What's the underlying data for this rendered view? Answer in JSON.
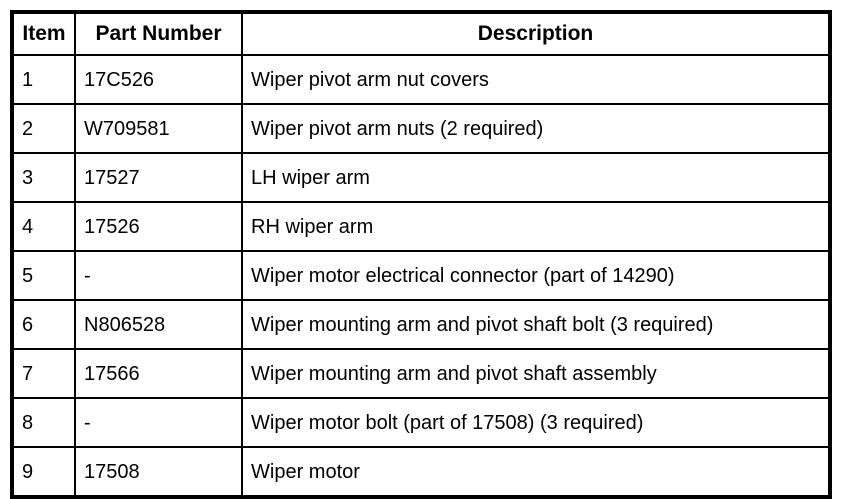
{
  "table": {
    "columns": [
      {
        "key": "item",
        "label": "Item"
      },
      {
        "key": "part_number",
        "label": "Part Number"
      },
      {
        "key": "description",
        "label": "Description"
      }
    ],
    "rows": [
      {
        "item": "1",
        "part_number": "17C526",
        "description": "Wiper pivot arm nut covers"
      },
      {
        "item": "2",
        "part_number": "W709581",
        "description": "Wiper pivot arm nuts (2 required)"
      },
      {
        "item": "3",
        "part_number": "17527",
        "description": "LH wiper arm"
      },
      {
        "item": "4",
        "part_number": "17526",
        "description": "RH wiper arm"
      },
      {
        "item": "5",
        "part_number": "-",
        "description": "Wiper motor electrical connector (part of 14290)"
      },
      {
        "item": "6",
        "part_number": "N806528",
        "description": "Wiper mounting arm and pivot shaft bolt (3 required)"
      },
      {
        "item": "7",
        "part_number": "17566",
        "description": "Wiper mounting arm and pivot shaft assembly"
      },
      {
        "item": "8",
        "part_number": "-",
        "description": "Wiper motor bolt (part of 17508) (3 required)"
      },
      {
        "item": "9",
        "part_number": "17508",
        "description": "Wiper motor"
      }
    ]
  },
  "colors": {
    "background": "#ffffff",
    "text": "#000000",
    "border": "#000000"
  }
}
